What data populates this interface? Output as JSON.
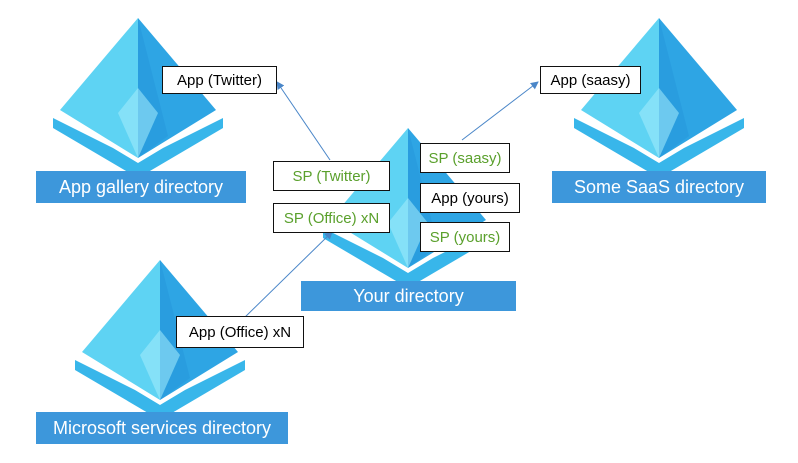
{
  "colors": {
    "label_bg": "#3d97db",
    "label_text": "#ffffff",
    "sp_text": "#5aa02c",
    "app_text": "#000000",
    "arrow": "#4a86c8",
    "pyramid_light": "#5ed3f3",
    "pyramid_mid": "#38b6ea",
    "pyramid_dark": "#1f8fd6"
  },
  "directories": {
    "gallery": "App gallery directory",
    "saas": "Some SaaS directory",
    "yours": "Your directory",
    "microsoft": "Microsoft services directory"
  },
  "objects": {
    "app_twitter": "App (Twitter)",
    "app_saasy": "App (saasy)",
    "sp_twitter": "SP (Twitter)",
    "sp_office": "SP (Office) xN",
    "sp_saasy": "SP (saasy)",
    "app_yours": "App (yours)",
    "sp_yours": "SP (yours)",
    "app_office": "App (Office) xN"
  }
}
